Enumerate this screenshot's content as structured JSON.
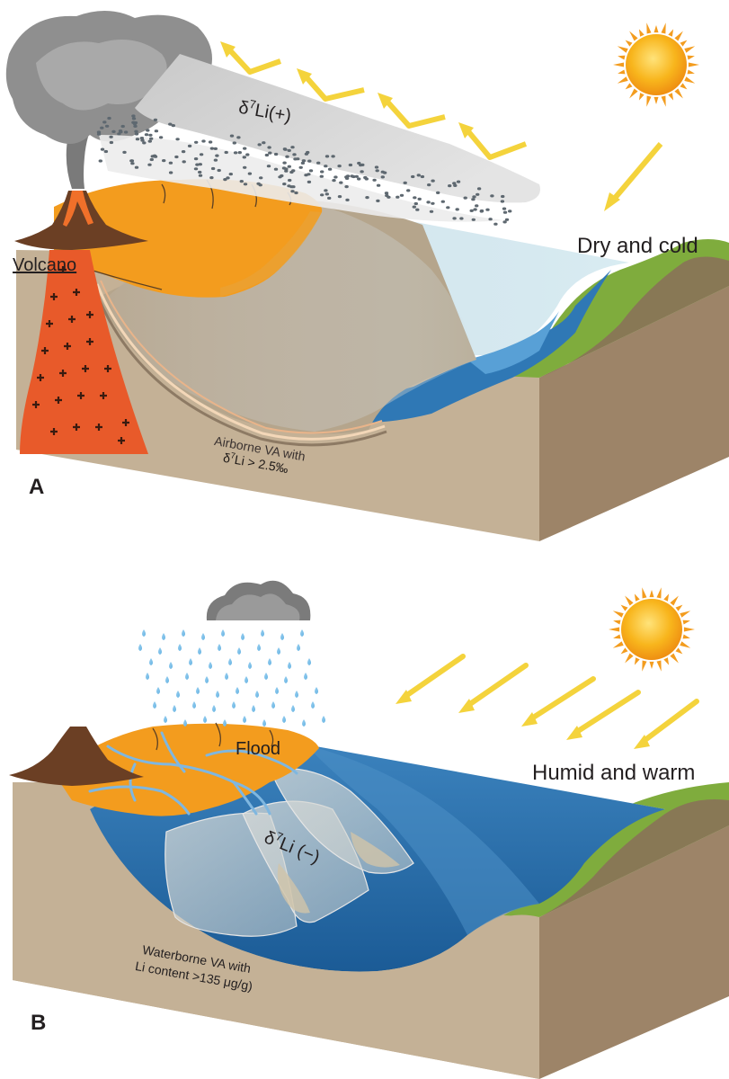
{
  "panel_a": {
    "letter": "A",
    "volcano_label": "Volcano",
    "climate_label": "Dry and cold",
    "plume_isotope": {
      "prefix": "δ",
      "sup": "7",
      "rest": "Li(+)"
    },
    "sediment_line1": "Airborne VA with",
    "sediment_line2": {
      "prefix": "δ",
      "sup": "7",
      "rest": "Li > 2.5‰"
    }
  },
  "panel_b": {
    "letter": "B",
    "flood_label": "Flood",
    "climate_label": "Humid and warm",
    "plume_isotope": {
      "prefix": "δ",
      "sup": "7",
      "rest": "Li (−)"
    },
    "sediment_line1": "Waterborne VA with",
    "sediment_line2": "Li content >135 μg/g)"
  },
  "colors": {
    "soil_front": "#c4b196",
    "soil_side": "#9d8468",
    "soil_dark": "#6e5a46",
    "lava": "#e85a2a",
    "ash_orange": "#f39c1e",
    "lake_blue": "#3a7fb8",
    "lake_deep": "#1a5a95",
    "grass": "#7fac3d",
    "sun": "#f7b51c",
    "ray": "#f4d33c",
    "smoke": "#9d9d9d"
  },
  "icons": [
    "sun-icon",
    "cloud-icon",
    "raindrop-icon",
    "volcano-icon",
    "smoke-plume-icon",
    "sun-ray-arrow-icon"
  ]
}
